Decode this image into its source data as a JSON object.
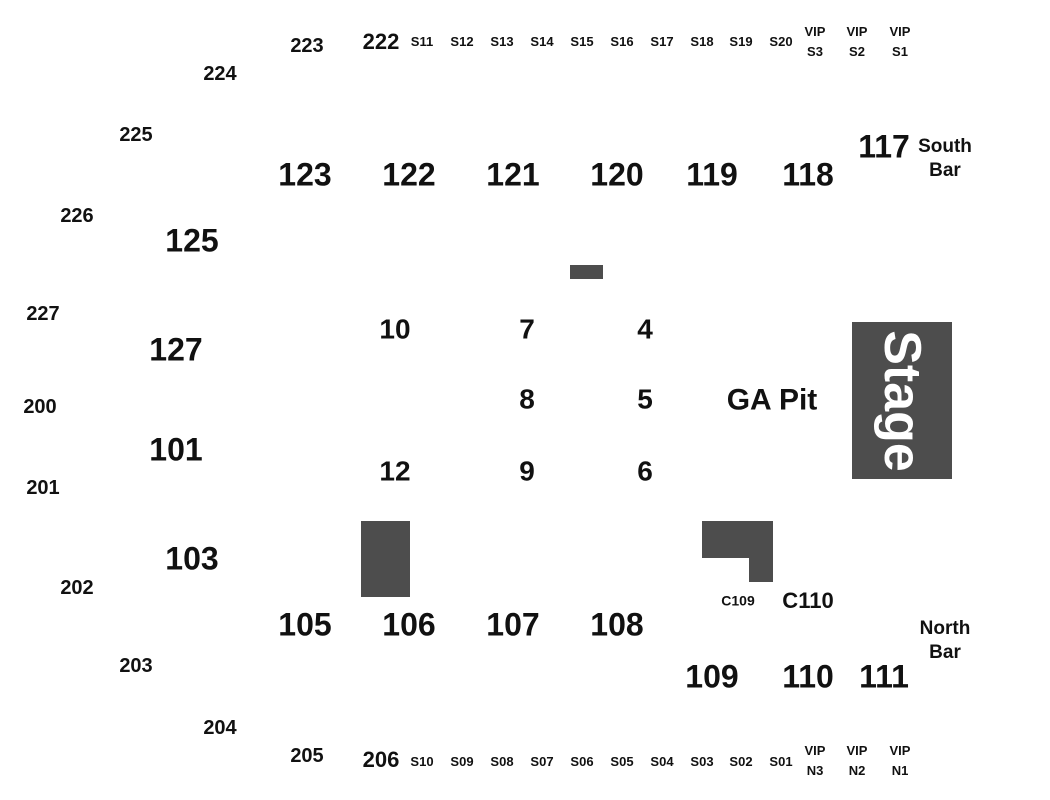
{
  "colors": {
    "background": "#ffffff",
    "block": "#4d4d4d",
    "stage_text": "#ffffff"
  },
  "stage": {
    "label": "Stage"
  },
  "ga_pit": {
    "label": "GA Pit"
  },
  "bars": {
    "south": [
      "South",
      "Bar"
    ],
    "north": [
      "North",
      "Bar"
    ]
  },
  "floor_sections": [
    "10",
    "7",
    "4",
    "8",
    "5",
    "12",
    "9",
    "6"
  ],
  "lower_bowl": {
    "south": [
      "123",
      "122",
      "121",
      "120",
      "119",
      "118",
      "117"
    ],
    "west": [
      "125",
      "127",
      "101",
      "103"
    ],
    "north": [
      "105",
      "106",
      "107",
      "108",
      "109",
      "110",
      "111"
    ]
  },
  "upper_bowl": {
    "south": [
      "222",
      "223",
      "224"
    ],
    "west": [
      "225",
      "226",
      "227",
      "200",
      "201",
      "202",
      "203",
      "204"
    ],
    "north": [
      "205",
      "206"
    ]
  },
  "suites": {
    "south": [
      "S11",
      "S12",
      "S13",
      "S14",
      "S15",
      "S16",
      "S17",
      "S18",
      "S19",
      "S20"
    ],
    "north": [
      "S10",
      "S09",
      "S08",
      "S07",
      "S06",
      "S05",
      "S04",
      "S03",
      "S02",
      "S01"
    ],
    "vip_south": [
      [
        "VIP",
        "S3"
      ],
      [
        "VIP",
        "S2"
      ],
      [
        "VIP",
        "S1"
      ]
    ],
    "vip_north": [
      [
        "VIP",
        "N3"
      ],
      [
        "VIP",
        "N2"
      ],
      [
        "VIP",
        "N1"
      ]
    ]
  },
  "corner_sections": [
    "C109",
    "C110"
  ]
}
